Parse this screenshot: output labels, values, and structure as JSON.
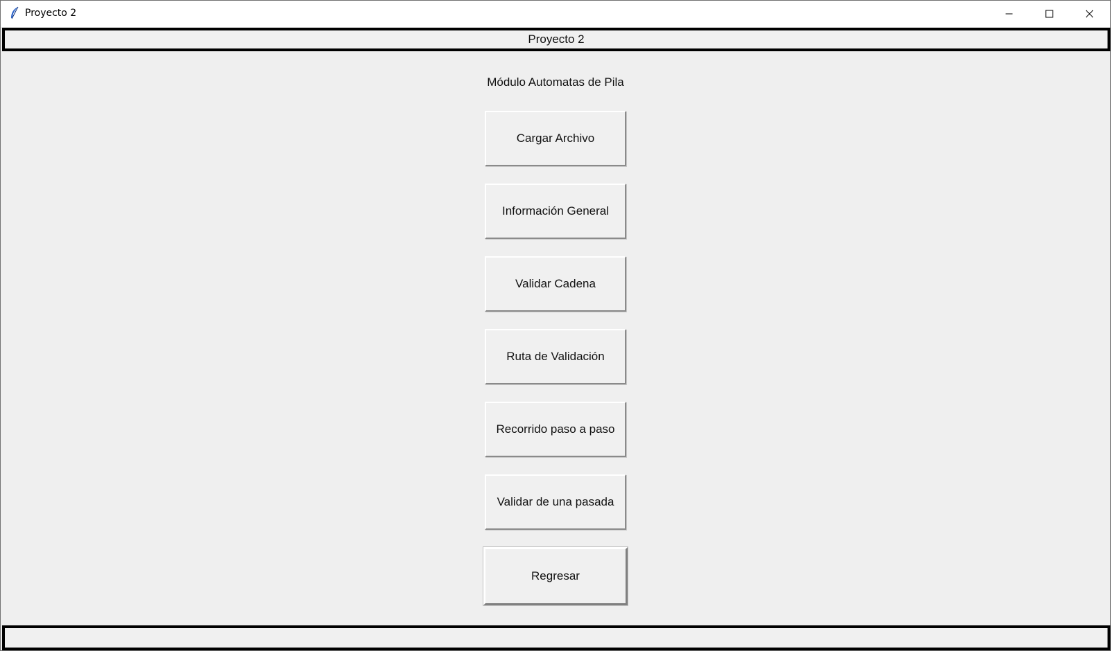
{
  "window": {
    "title": "Proyecto 2",
    "icon": "feather-icon"
  },
  "header": {
    "text": "Proyecto 2"
  },
  "main": {
    "module_title": "Módulo Automatas de Pila",
    "buttons": [
      {
        "label": "Cargar Archivo"
      },
      {
        "label": "Información General"
      },
      {
        "label": "Validar Cadena"
      },
      {
        "label": "Ruta de Validación"
      },
      {
        "label": "Recorrido paso a paso"
      },
      {
        "label": "Validar de una pasada"
      },
      {
        "label": "Regresar"
      }
    ]
  },
  "colors": {
    "background": "#efefef",
    "border": "#000000",
    "titlebar": "#ffffff"
  }
}
